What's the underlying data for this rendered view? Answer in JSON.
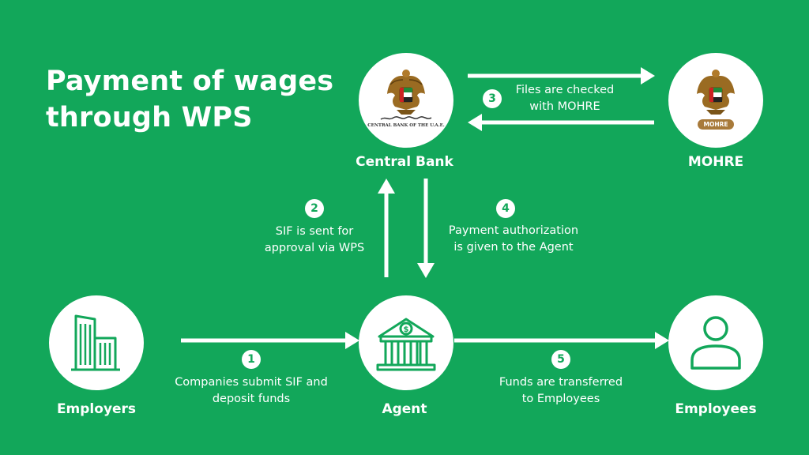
{
  "title": {
    "line1": "Payment of wages",
    "line2": "through WPS"
  },
  "nodes": {
    "central_bank": {
      "label": "Central Bank",
      "logo_text": "CENTRAL BANK OF THE U.A.E."
    },
    "mohre": {
      "label": "MOHRE",
      "logo_text": "MOHRE"
    },
    "employers": {
      "label": "Employers",
      "icon": "buildings-icon"
    },
    "agent": {
      "label": "Agent",
      "icon": "bank-icon"
    },
    "employees": {
      "label": "Employees",
      "icon": "person-icon"
    }
  },
  "steps": [
    {
      "number": "1",
      "line1": "Companies submit SIF and",
      "line2": "deposit funds"
    },
    {
      "number": "2",
      "line1": "SIF is sent for",
      "line2": "approval via WPS"
    },
    {
      "number": "3",
      "line1": "Files are checked",
      "line2": "with MOHRE"
    },
    {
      "number": "4",
      "line1": "Payment authorization",
      "line2": "is given to the Agent"
    },
    {
      "number": "5",
      "line1": "Funds are transferred",
      "line2": "to Employees"
    }
  ],
  "colors": {
    "background": "#12a75a",
    "foreground": "#ffffff",
    "icon": "#12a75a"
  }
}
